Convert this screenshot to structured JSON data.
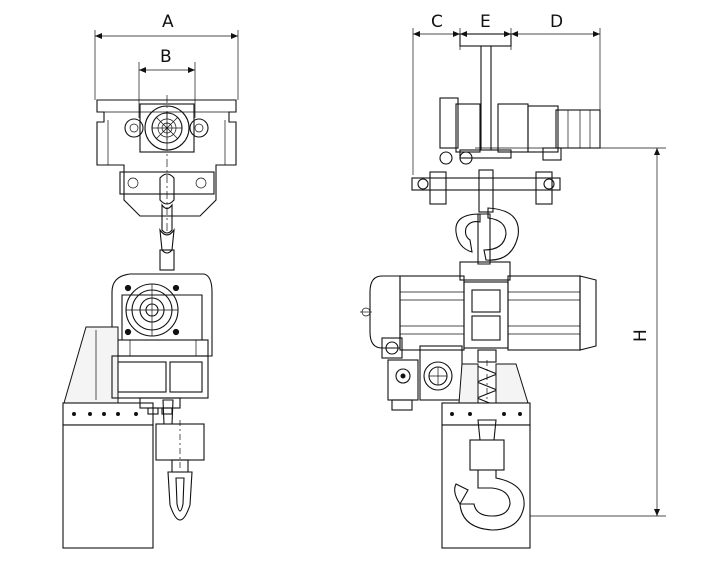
{
  "dimensions": {
    "A": "A",
    "B": "B",
    "C": "C",
    "E": "E",
    "D": "D",
    "H": "H"
  },
  "colors": {
    "line": "#111111",
    "background": "#ffffff"
  }
}
